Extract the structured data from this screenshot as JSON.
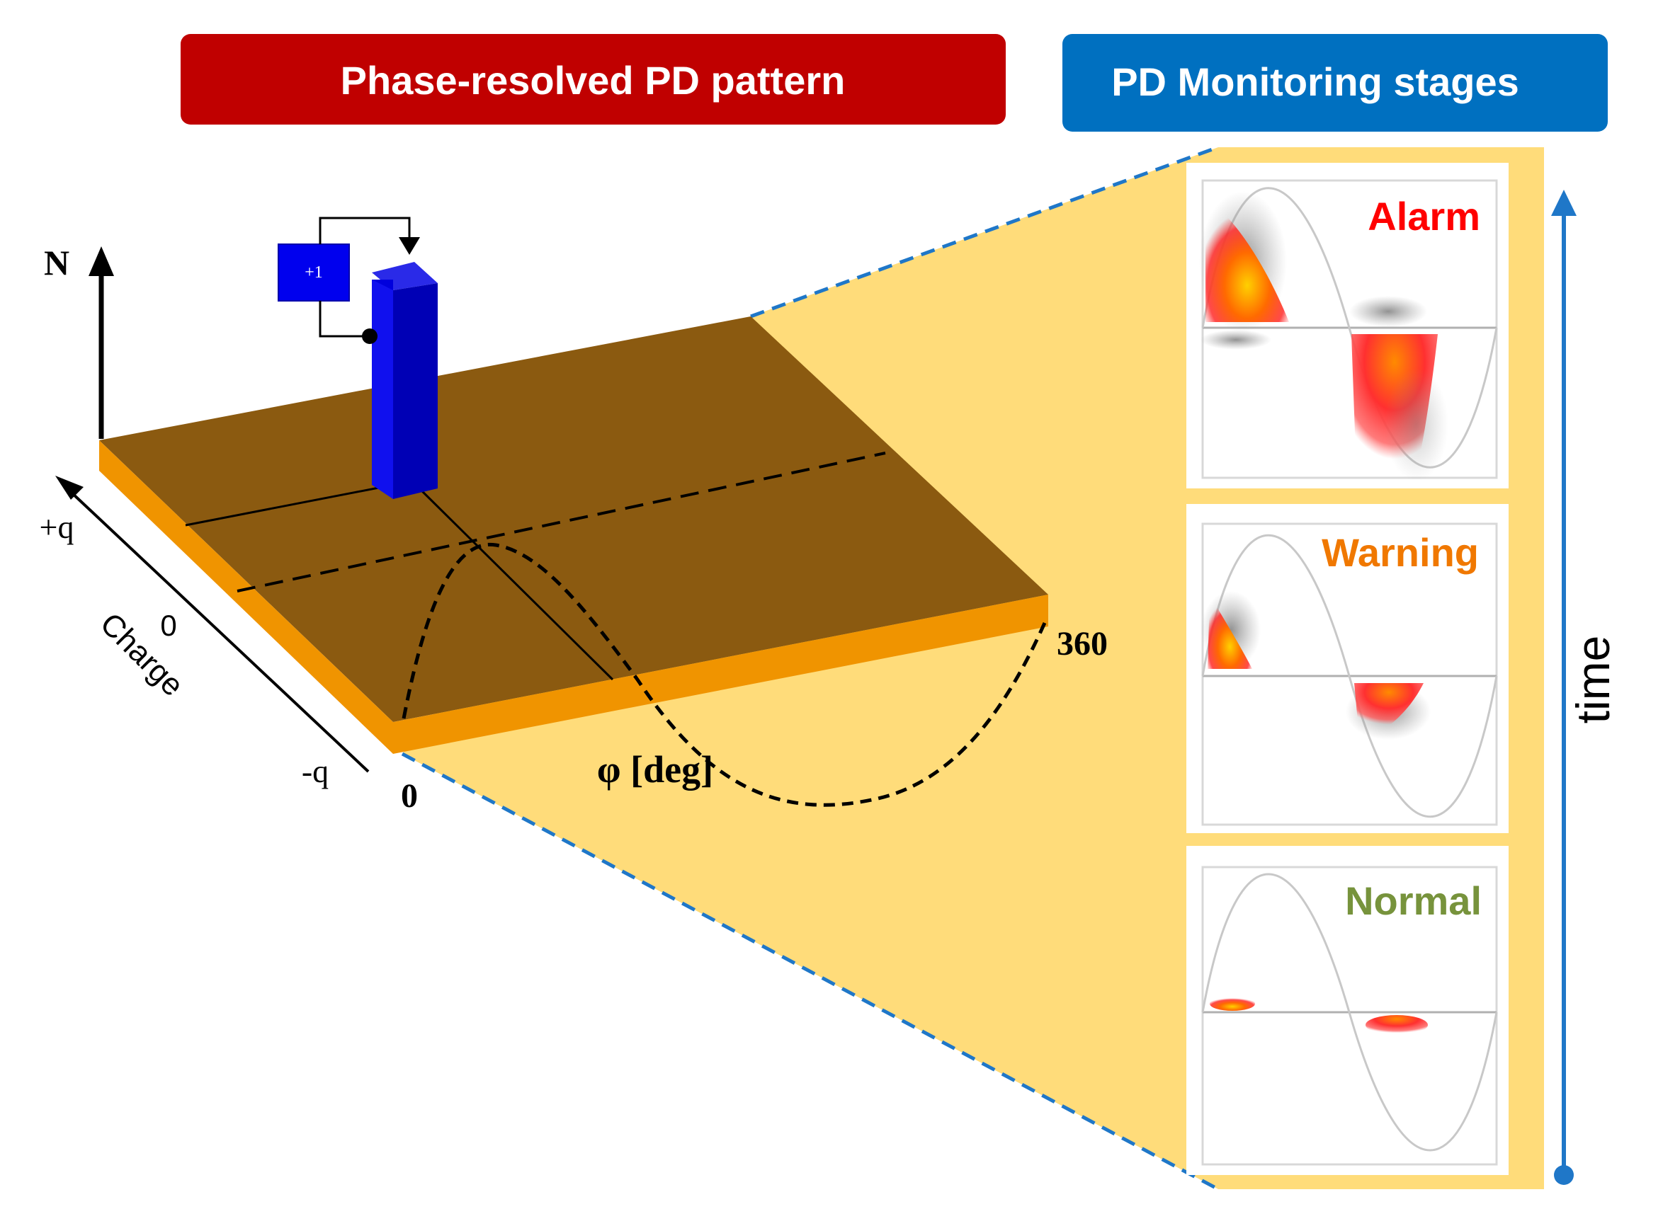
{
  "header": {
    "left_title": "Phase-resolved PD pattern",
    "right_title": "PD Monitoring stages"
  },
  "pattern_3d": {
    "n_axis_label": "N",
    "charge_axis_label": "Charge",
    "plus_q_label": "+q",
    "zero_charge_label": "0",
    "minus_q_label": "-q",
    "phase_zero_label": "0",
    "phase_end_label": "360",
    "phase_axis_label": "φ [deg]",
    "counter_label": "+1"
  },
  "stages": {
    "alarm_label": "Alarm",
    "warning_label": "Warning",
    "normal_label": "Normal",
    "time_label": "time"
  },
  "colors": {
    "left_banner": "#c00000",
    "right_banner": "#0070c0",
    "plate_top": "#8b5a10",
    "plate_edge": "#f09400",
    "background_panel": "#ffdc7a",
    "bar": "#0000dd",
    "alarm": "#ff0000",
    "warning": "#f07800",
    "normal": "#77933c",
    "time_arrow": "#1f77c8"
  }
}
